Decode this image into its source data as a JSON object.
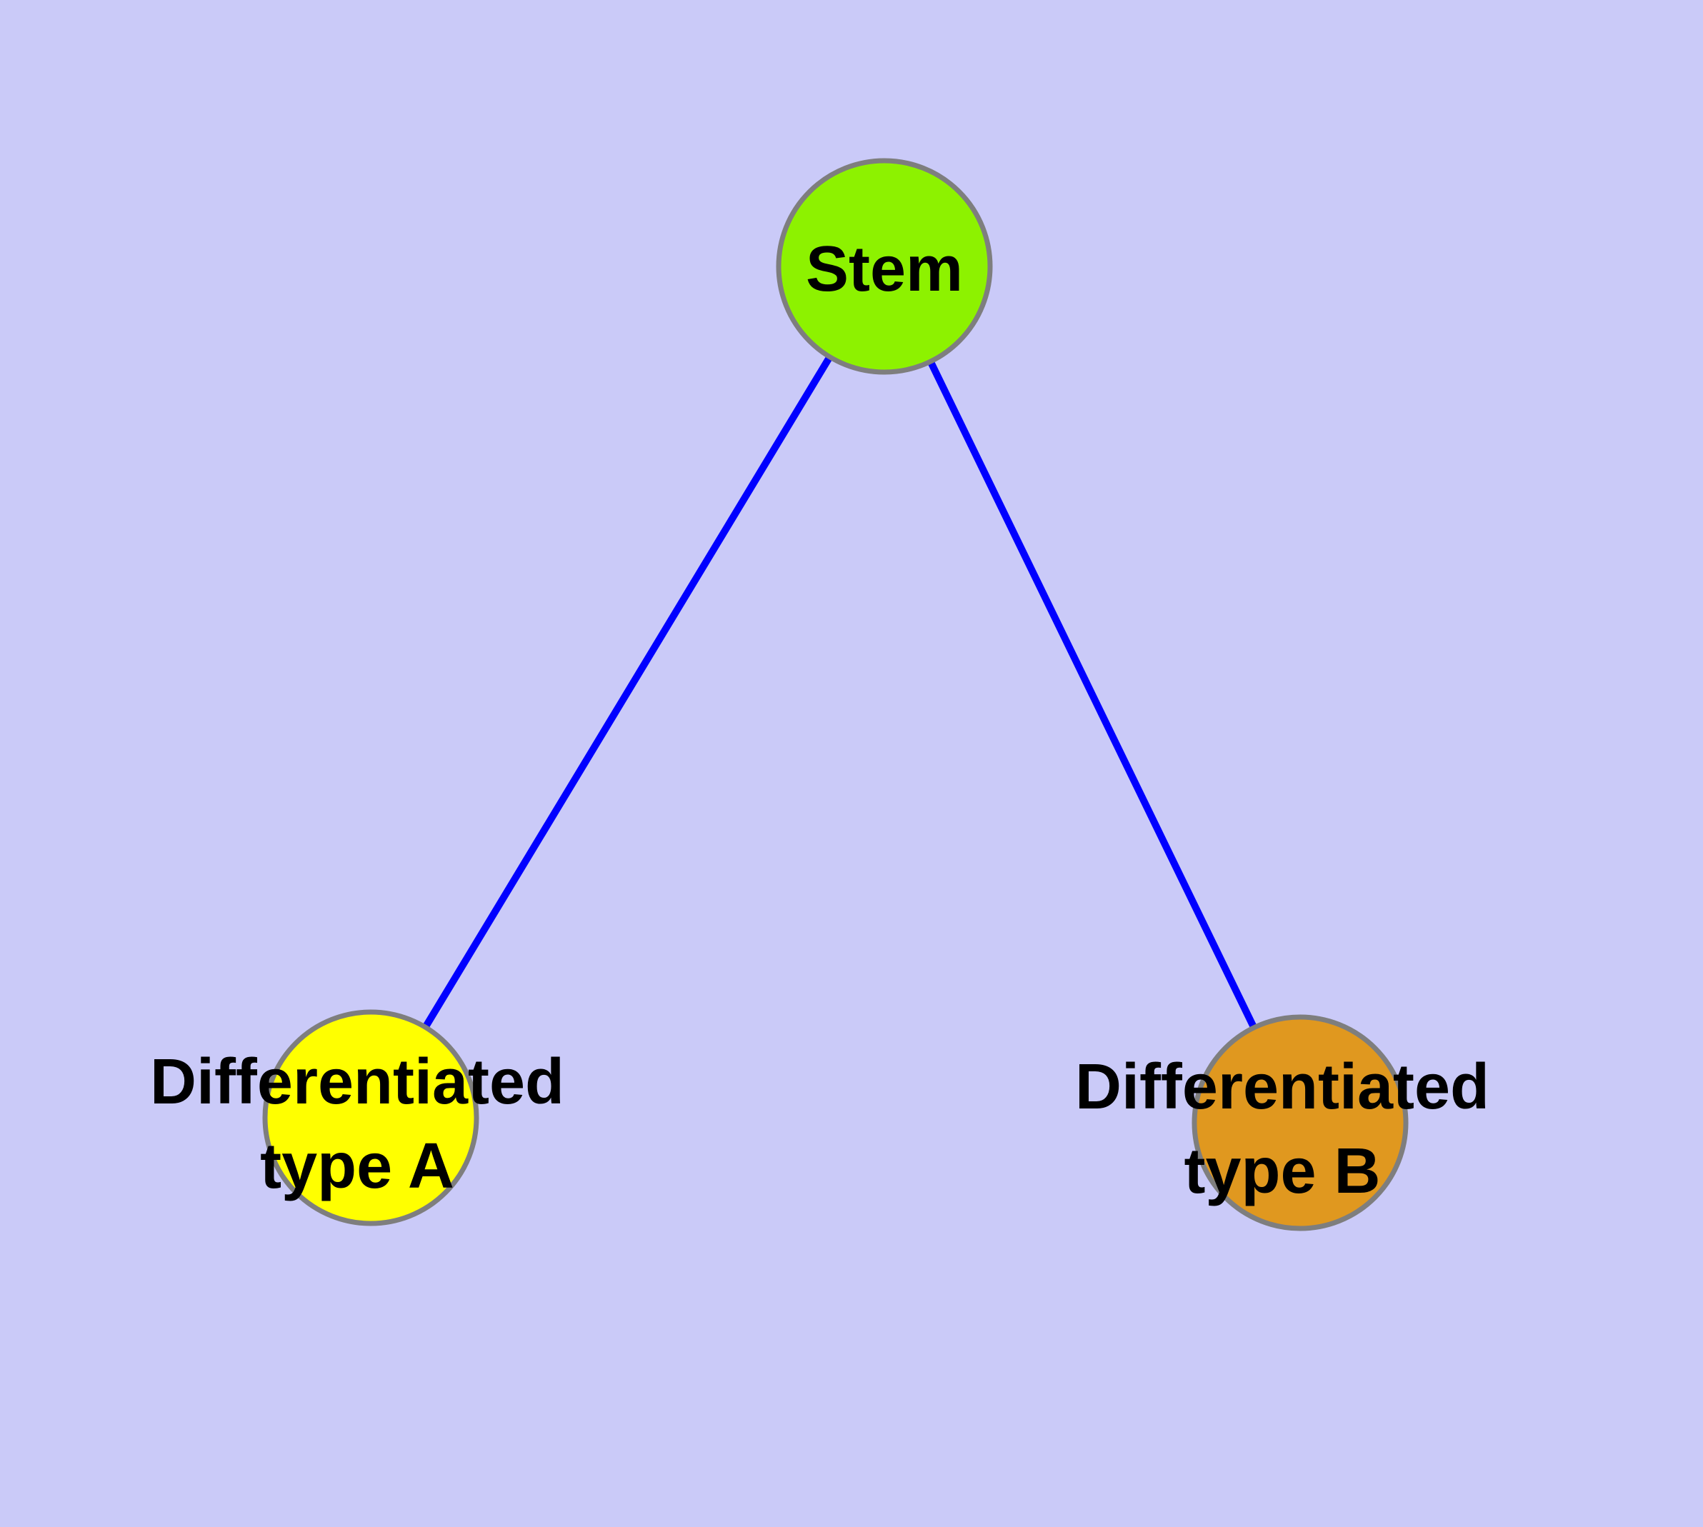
{
  "diagram": {
    "type": "node-link-graph",
    "description": "Stem cell differentiation graph with one parent node connected to two differentiated cell type nodes",
    "background_color": "#CACAF8",
    "edge_color": "#0000FF",
    "node_border_color": "#7E7E7E",
    "label_color": "#000000",
    "nodes": [
      {
        "id": "stem",
        "label_lines": [
          "Stem"
        ],
        "color": "#8DF200"
      },
      {
        "id": "type-a",
        "label_lines": [
          "Differentiated",
          "type A"
        ],
        "color": "#FFFF00"
      },
      {
        "id": "type-b",
        "label_lines": [
          "Differentiated",
          "type B"
        ],
        "color": "#E0981F"
      }
    ],
    "edges": [
      {
        "from": "stem",
        "to": "type-a"
      },
      {
        "from": "stem",
        "to": "type-b"
      }
    ]
  }
}
